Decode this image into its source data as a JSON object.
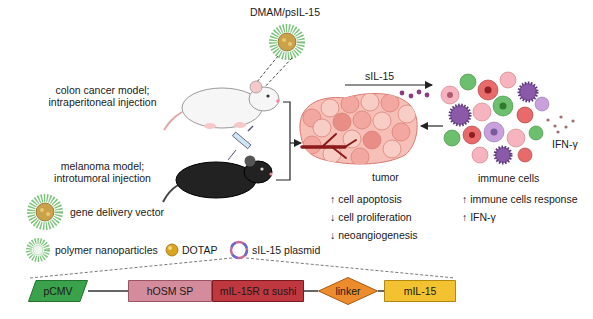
{
  "diagram": {
    "nodes": [
      {
        "text": [
          "pCMV"
        ]
      },
      {
        "text": [
          "hOSM SP"
        ]
      },
      {
        "text": [
          "mIL-15R α sushi"
        ]
      },
      {
        "text": [
          "linker"
        ]
      },
      {
        "text": [
          "mIL-15"
        ]
      }
    ],
    "edges": [
      {
        "from": 0,
        "to": 1,
        "arrow": "none"
      },
      {
        "from": 2,
        "to": 3,
        "arrow": "none"
      },
      {
        "from": 3,
        "to": 4,
        "arrow": "none"
      }
    ],
    "labels": [
      "DMAM/psIL-15",
      "colon cancer model; intraperitoneal injection",
      "melanoma model; introtumoral injection",
      "sIL-15",
      "tumor",
      "immune cells",
      "IFN-γ",
      "↑ cell apoptosis",
      "↓ cell proliferation",
      "↓ neoangiogenesis",
      "↑ immune cells response",
      "↑ IFN-γ",
      "gene delivery vector",
      "polymer nanoparticles",
      "DOTAP",
      "sIL-15 plasmid"
    ]
  }
}
